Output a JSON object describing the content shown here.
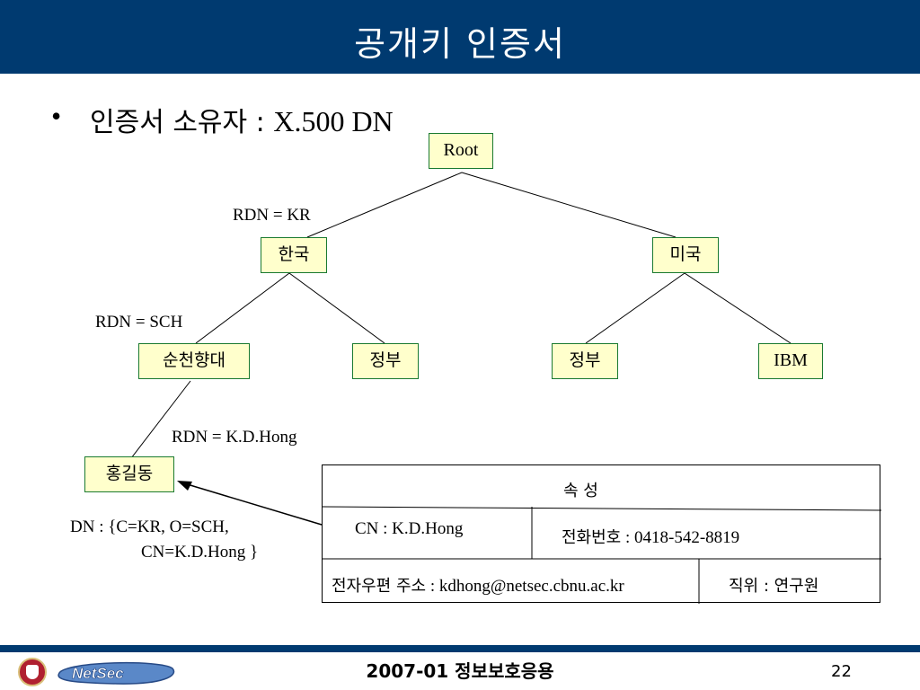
{
  "header": {
    "title": "공개키 인증서"
  },
  "bullet": {
    "symbol": "•",
    "label": "인증서 소유자 : ",
    "dn": "X.500 DN"
  },
  "tree": {
    "root": "Root",
    "kr": "한국",
    "us": "미국",
    "sch": "순천향대",
    "gov_kr": "정부",
    "gov_us": "정부",
    "ibm": "IBM",
    "hong": "홍길동",
    "rdn_kr": "RDN = KR",
    "rdn_sch": "RDN = SCH",
    "rdn_hong": "RDN = K.D.Hong"
  },
  "dn": {
    "line1": "DN : {C=KR, O=SCH,",
    "line2": "CN=K.D.Hong }"
  },
  "attributes": {
    "header": "속 성",
    "cn": "CN : K.D.Hong",
    "phone_label": "전화번호",
    "phone_value": " : 0418-542-8819",
    "email_label": "전자우편 주소",
    "email_value": " : kdhong@netsec.cbnu.ac.kr",
    "title_label": "직위 : 연구원"
  },
  "footer": {
    "title": "2007-01 정보보호응용",
    "page": "22",
    "logo_text": "NetSec"
  },
  "colors": {
    "header_bg": "#003a70",
    "node_fill": "#ffffcc",
    "node_border": "#1a7a30"
  }
}
